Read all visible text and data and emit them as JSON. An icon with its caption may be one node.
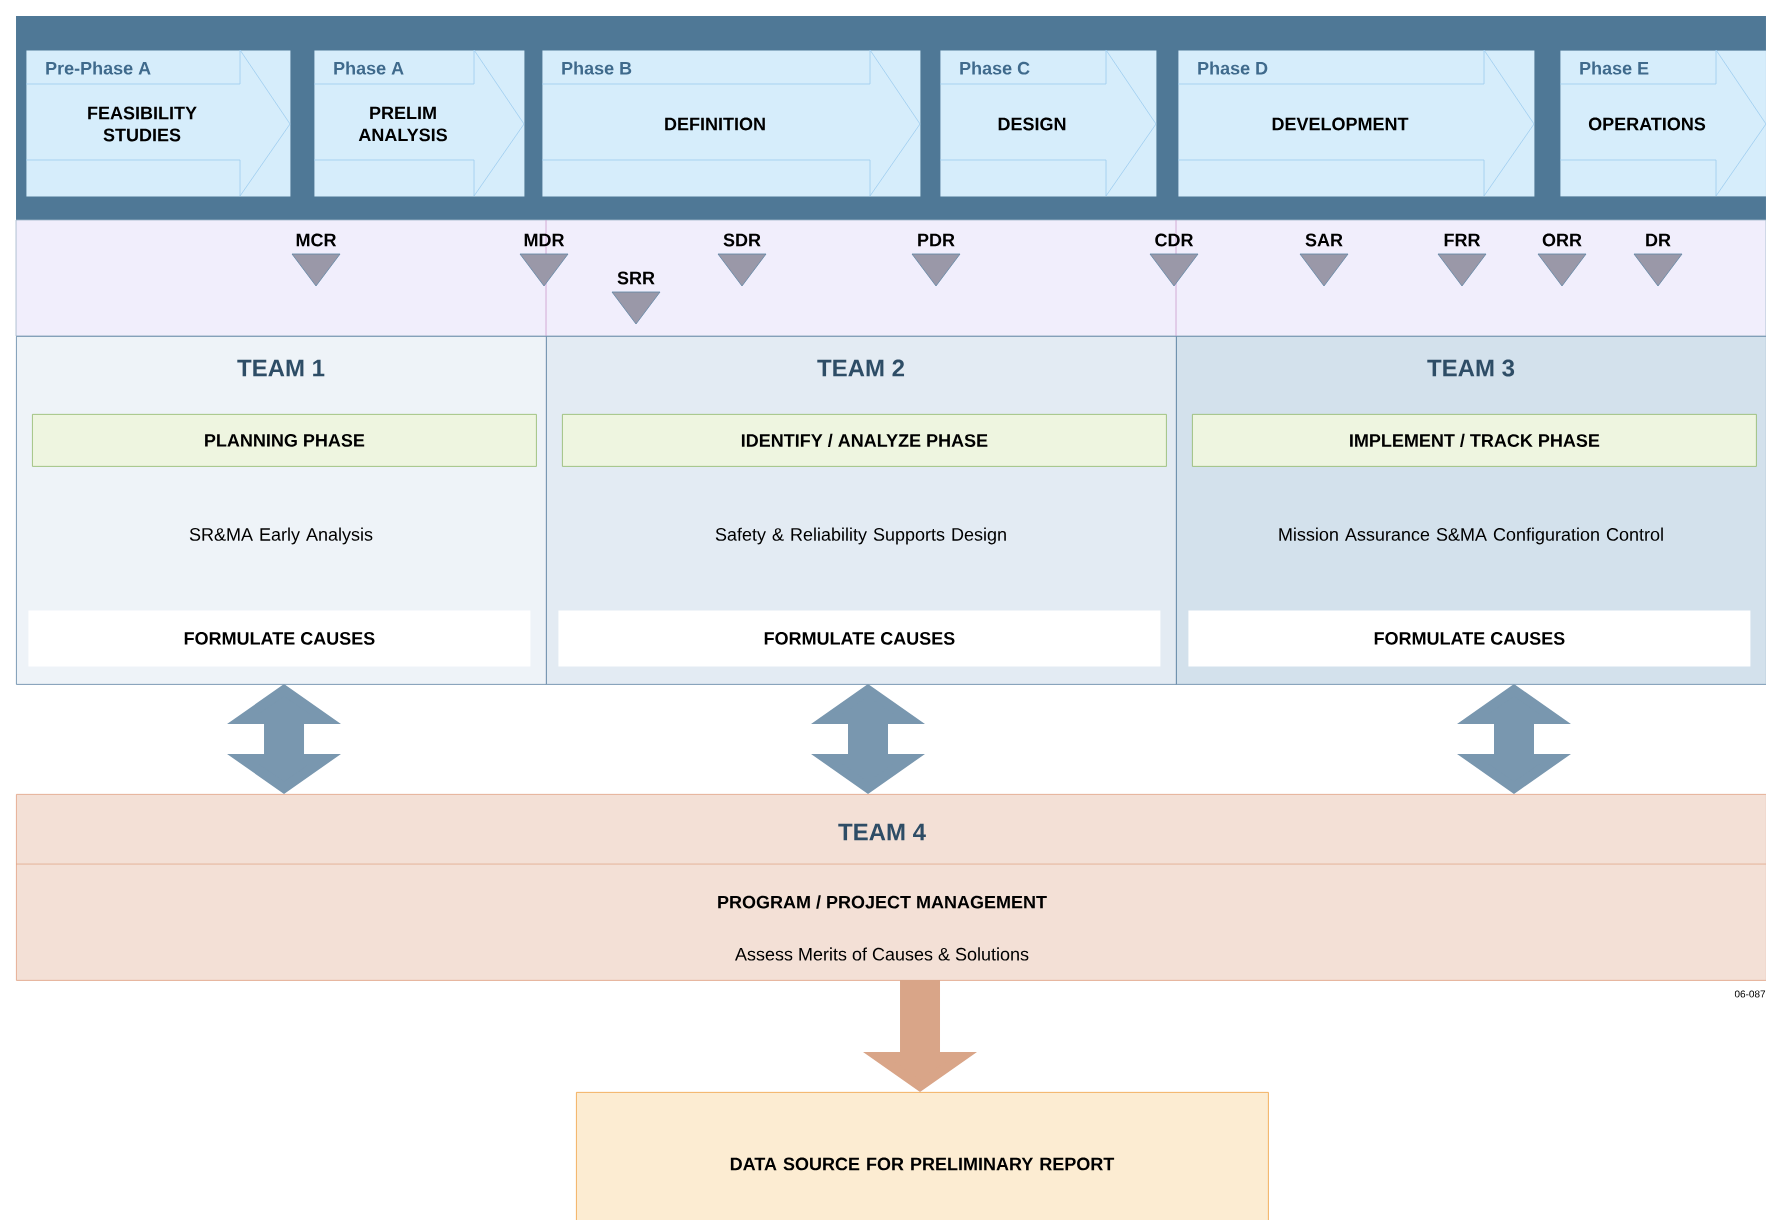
{
  "diagram": {
    "nodes": [
      {
        "text": [
          "Pre-Phase A",
          "FEASIBILITY STUDIES"
        ]
      },
      {
        "text": [
          "Phase A",
          "PRELIM ANALYSIS"
        ]
      },
      {
        "text": [
          "Phase B",
          "DEFINITION"
        ]
      },
      {
        "text": [
          "Phase C",
          "DESIGN"
        ]
      },
      {
        "text": [
          "Phase D",
          "DEVELOPMENT"
        ]
      },
      {
        "text": [
          "Phase E",
          "OPERATIONS"
        ]
      },
      {
        "text": [
          "TEAM 1",
          "SR&MA Early Analysis"
        ]
      },
      {
        "text": [
          "PLANNING PHASE"
        ],
        "in": 6
      },
      {
        "text": [
          "FORMULATE CAUSES"
        ],
        "in": 6
      },
      {
        "text": [
          "TEAM 2",
          "Safety & Reliability Supports Design"
        ]
      },
      {
        "text": [
          "IDENTIFY / ANALYZE PHASE"
        ],
        "in": 9
      },
      {
        "text": [
          "FORMULATE CAUSES"
        ],
        "in": 9
      },
      {
        "text": [
          "TEAM 3",
          "Mission Assurance S&MA Configuration Control"
        ]
      },
      {
        "text": [
          "IMPLEMENT / TRACK PHASE"
        ],
        "in": 12
      },
      {
        "text": [
          "FORMULATE CAUSES"
        ],
        "in": 12
      },
      {
        "text": [
          "TEAM 4",
          "PROGRAM / PROJECT MANAGEMENT",
          "Assess Merits of Causes & Solutions"
        ]
      },
      {
        "text": [
          "DATA SOURCE FOR PRELIMINARY REPORT"
        ]
      }
    ],
    "edges": [
      {
        "from": 6,
        "to": 15,
        "arrow": "both"
      },
      {
        "from": 9,
        "to": 15,
        "arrow": "both"
      },
      {
        "from": 12,
        "to": 15,
        "arrow": "both"
      },
      {
        "from": 15,
        "to": 16,
        "arrow": "to",
        "color": "#d9a588"
      }
    ],
    "labels": [
      "MCR",
      "MDR",
      "SRR",
      "SDR",
      "PDR",
      "CDR",
      "SAR",
      "FRR",
      "ORR",
      "DR",
      "06-087"
    ]
  }
}
